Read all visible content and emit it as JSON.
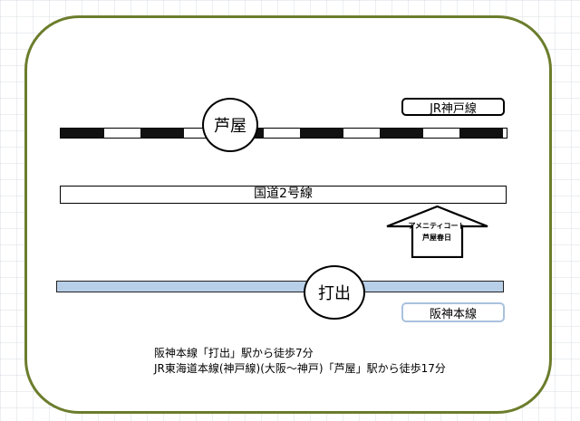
{
  "stations": {
    "ashiya": "芦屋",
    "uchide": "打出"
  },
  "lines": {
    "jr_kobe": "JR神戸線",
    "route2": "国道2号線",
    "hanshin": "阪神本線"
  },
  "destination": {
    "line1": "アメニティコート",
    "line2": "芦屋春日"
  },
  "access": {
    "line1": "阪神本線「打出」駅から徒歩7分",
    "line2": "JR東海道本線(神戸線)(大阪～神戸)「芦屋」駅から徒歩17分"
  },
  "colors": {
    "frame": "#6b7d2c",
    "hanshin_line": "#b8cfe8",
    "hanshin_tag_border": "#a9c1dd",
    "track": "#000000"
  }
}
